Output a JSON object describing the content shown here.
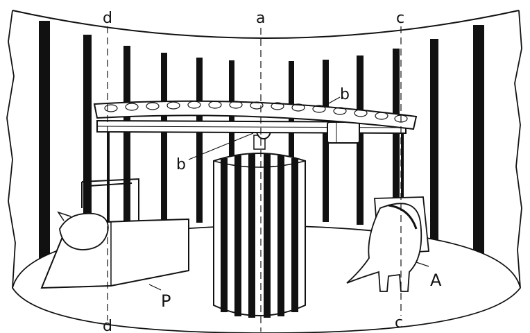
{
  "labels": {
    "d_top": "d",
    "a_top": "a",
    "c_top": "c",
    "b_upper": "b",
    "b_lower": "b",
    "P": "P",
    "A": "A",
    "d_bottom": "d",
    "c_bottom": "c"
  },
  "colors": {
    "ink": "#111111",
    "paper": "#ffffff"
  }
}
